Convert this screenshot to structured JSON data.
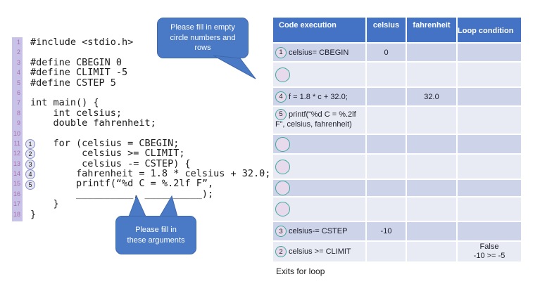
{
  "code_panel": {
    "line_numbers": [
      "1",
      "2",
      "3",
      "4",
      "5",
      "6",
      "7",
      "8",
      "9",
      "10",
      "11",
      "12",
      "13",
      "14",
      "15",
      "16",
      "17",
      "18"
    ],
    "lines": [
      "#include <stdio.h>",
      "",
      "#define CBEGIN 0",
      "#define CLIMIT -5",
      "#define CSTEP 5",
      "",
      "int main() {",
      "    int celsius;",
      "    double fahrenheit;",
      "",
      "    for (celsius = CBEGIN;",
      "         celsius >= CLIMIT;",
      "         celsius -= CSTEP) {",
      "        fahrenheit = 1.8 * celsius + 32.0;",
      "        printf(“%d C = %.2lf F”,",
      "        __________, __________);",
      "    }",
      "}"
    ],
    "markers": [
      "1",
      "2",
      "3",
      "4",
      "5"
    ]
  },
  "bubbles": {
    "top": {
      "line1": "Please fill in empty",
      "line2": "circle numbers and",
      "line3": "rows"
    },
    "bottom": {
      "line1": "Please fill in",
      "line2": "these arguments"
    }
  },
  "table": {
    "headers": [
      "Code execution",
      "celsius",
      "fahrenheit",
      "Loop condition"
    ],
    "rows": [
      {
        "marker": "1",
        "code": "celsius= CBEGIN",
        "celsius": "0",
        "fahrenheit": "",
        "loop_line1": "",
        "loop_line2": ""
      },
      {
        "marker": "",
        "code": "",
        "celsius": "",
        "fahrenheit": "",
        "loop_line1": "",
        "loop_line2": ""
      },
      {
        "marker": "4",
        "code": "f = 1.8 * c + 32.0;",
        "celsius": "",
        "fahrenheit": "32.0",
        "loop_line1": "",
        "loop_line2": ""
      },
      {
        "marker": "5",
        "code": "printf(“%d C = %.2lf F”, celsius, fahrenheit)",
        "celsius": "",
        "fahrenheit": "",
        "loop_line1": "",
        "loop_line2": ""
      },
      {
        "marker": "",
        "code": "",
        "celsius": "",
        "fahrenheit": "",
        "loop_line1": "",
        "loop_line2": ""
      },
      {
        "marker": "",
        "code": "",
        "celsius": "",
        "fahrenheit": "",
        "loop_line1": "",
        "loop_line2": ""
      },
      {
        "marker": "",
        "code": "",
        "celsius": "",
        "fahrenheit": "",
        "loop_line1": "",
        "loop_line2": ""
      },
      {
        "marker": "",
        "code": "",
        "celsius": "",
        "fahrenheit": "",
        "loop_line1": "",
        "loop_line2": ""
      },
      {
        "marker": "3",
        "code": "celsius-= CSTEP",
        "celsius": "-10",
        "fahrenheit": "",
        "loop_line1": "",
        "loop_line2": ""
      },
      {
        "marker": "2",
        "code": "celsius >= CLIMIT",
        "celsius": "",
        "fahrenheit": "",
        "loop_line1": "False",
        "loop_line2": "-10 >= -5"
      }
    ],
    "footer": "Exits for loop"
  },
  "colors": {
    "header_blue": "#4472c4",
    "bubble_blue": "#4a7ac6",
    "row_dark": "#cdd3e8",
    "row_light": "#e9ebf4",
    "line_strip": "#c9c2e8",
    "line_number": "#a86fae",
    "circle_border_teal": "#3fa89e",
    "circle_fill": "#e6daec"
  }
}
